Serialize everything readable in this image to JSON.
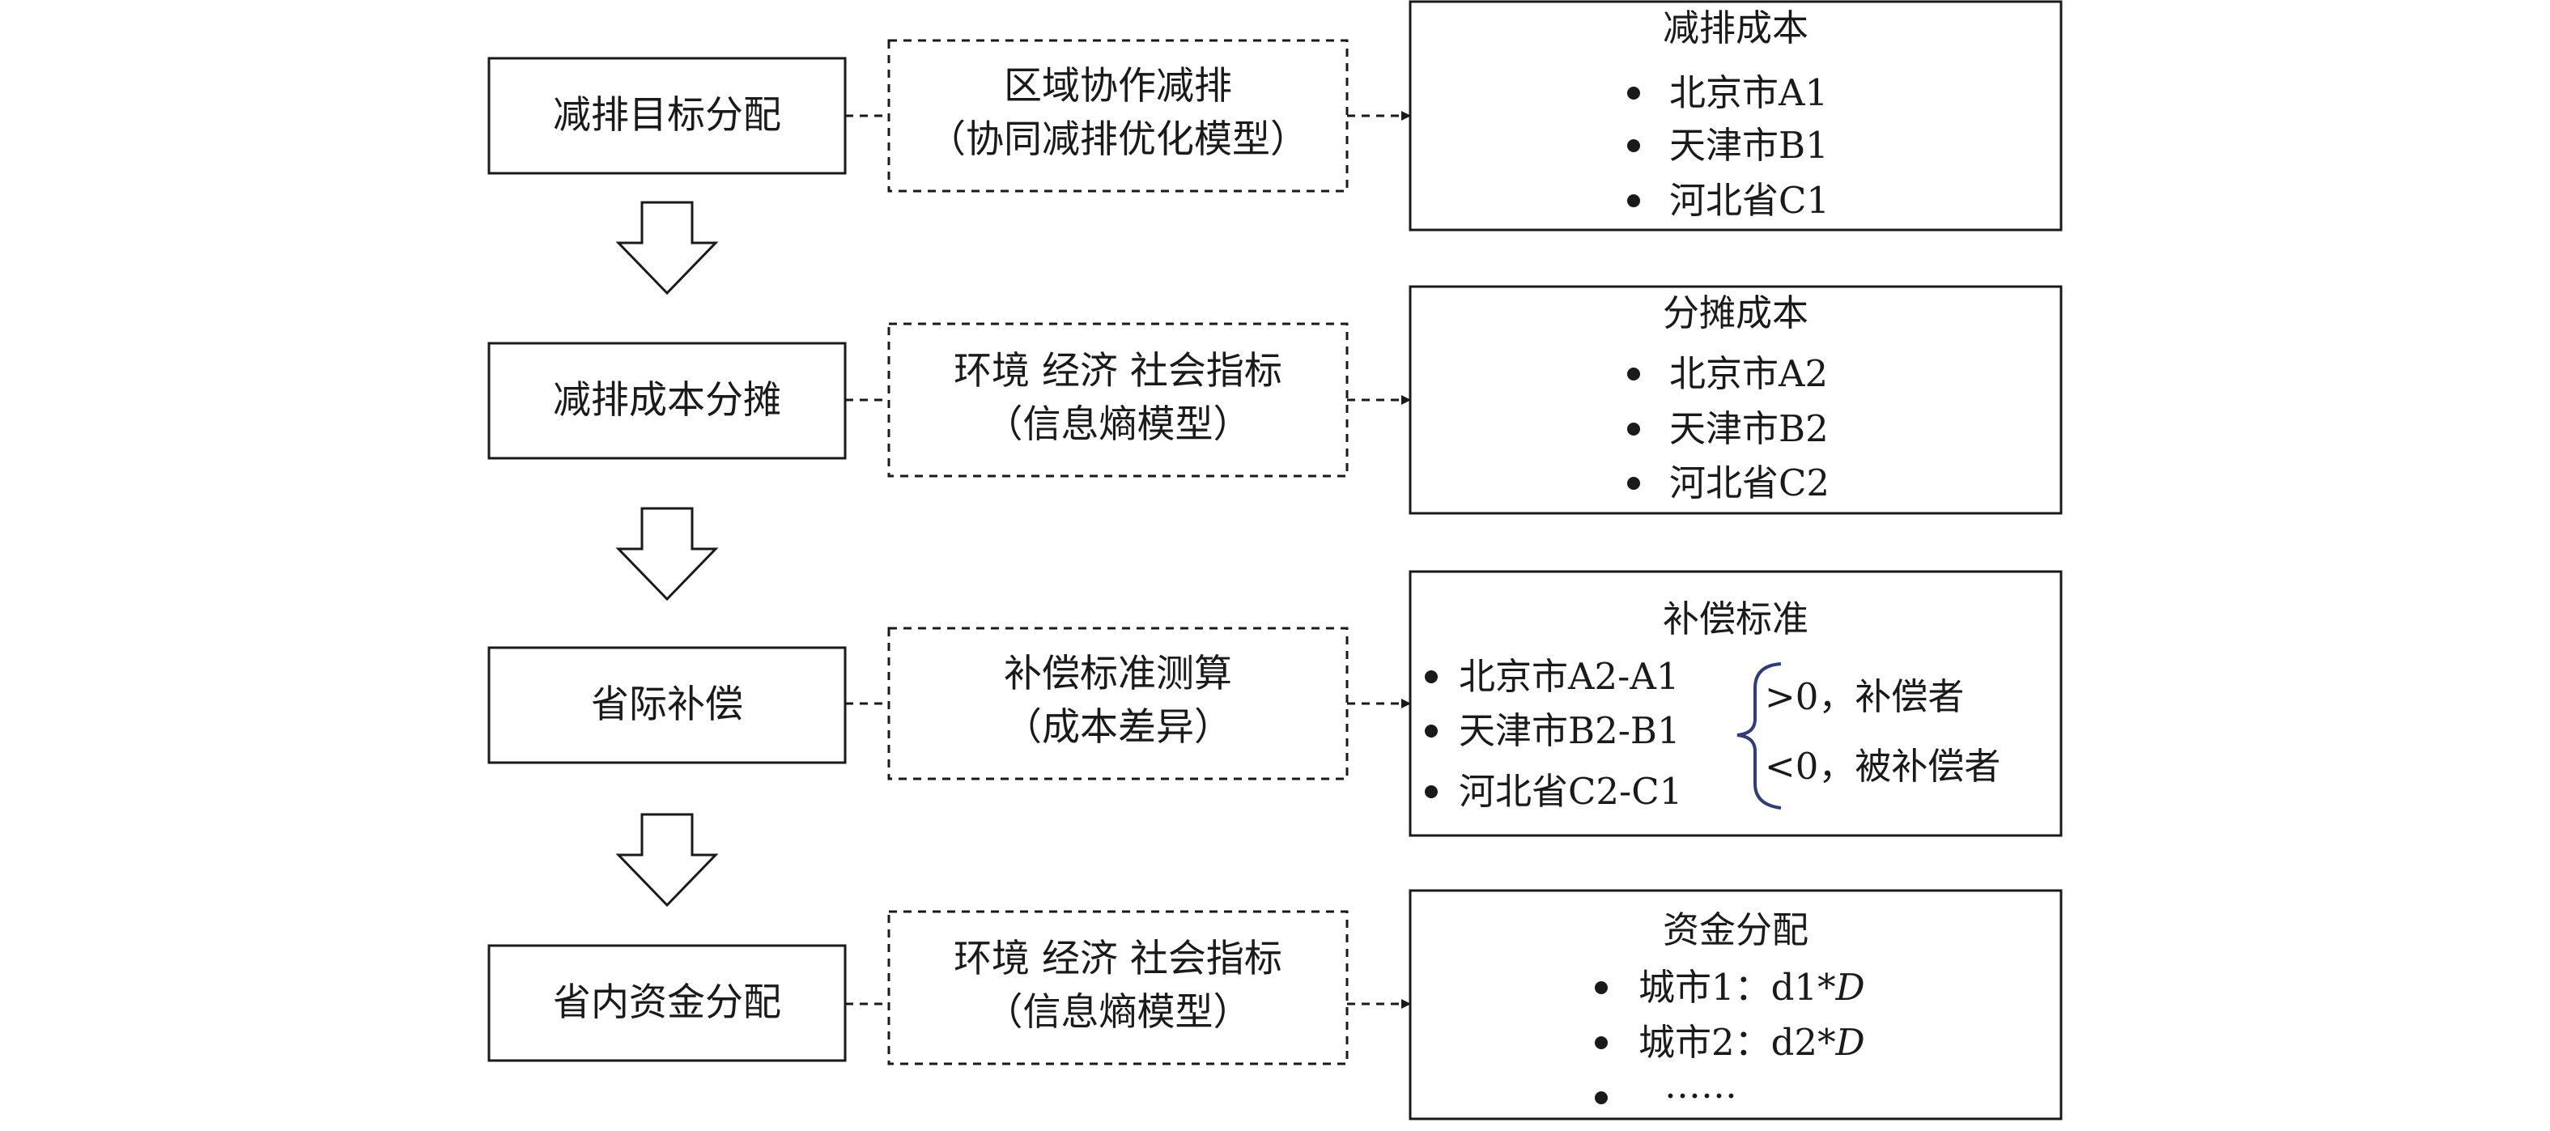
{
  "stages": [
    {
      "label": "减排目标分配",
      "method": [
        "区域协作减排",
        "（协同减排优化模型）"
      ],
      "result": {
        "title": "减排成本",
        "items": [
          "北京市A1",
          "天津市B1",
          "河北省C1"
        ]
      }
    },
    {
      "label": "减排成本分摊",
      "method": [
        "环境 经济 社会指标",
        "（信息熵模型）"
      ],
      "result": {
        "title": "分摊成本",
        "items": [
          "北京市A2",
          "天津市B2",
          "河北省C2"
        ]
      }
    },
    {
      "label": "省际补偿",
      "method": [
        "补偿标准测算",
        "（成本差异）"
      ],
      "result": {
        "title": "补偿标准",
        "items": [
          "北京市A2-A1",
          "天津市B2-B1",
          "河北省C2-C1"
        ],
        "conditions": [
          ">0，补偿者",
          "<0，被补偿者"
        ]
      }
    },
    {
      "label": "省内资金分配",
      "method": [
        "环境 经济 社会指标",
        "（信息熵模型）"
      ],
      "result": {
        "title": "资金分配",
        "items": [
          {
            "prefix": "城市1：d1*",
            "var": "D"
          },
          {
            "prefix": "城市2：d2*",
            "var": "D"
          },
          {
            "prefix": "……",
            "var": ""
          }
        ]
      }
    }
  ],
  "colors": {
    "line": "#1a1a1a",
    "bracket": "#2f3d7a"
  }
}
